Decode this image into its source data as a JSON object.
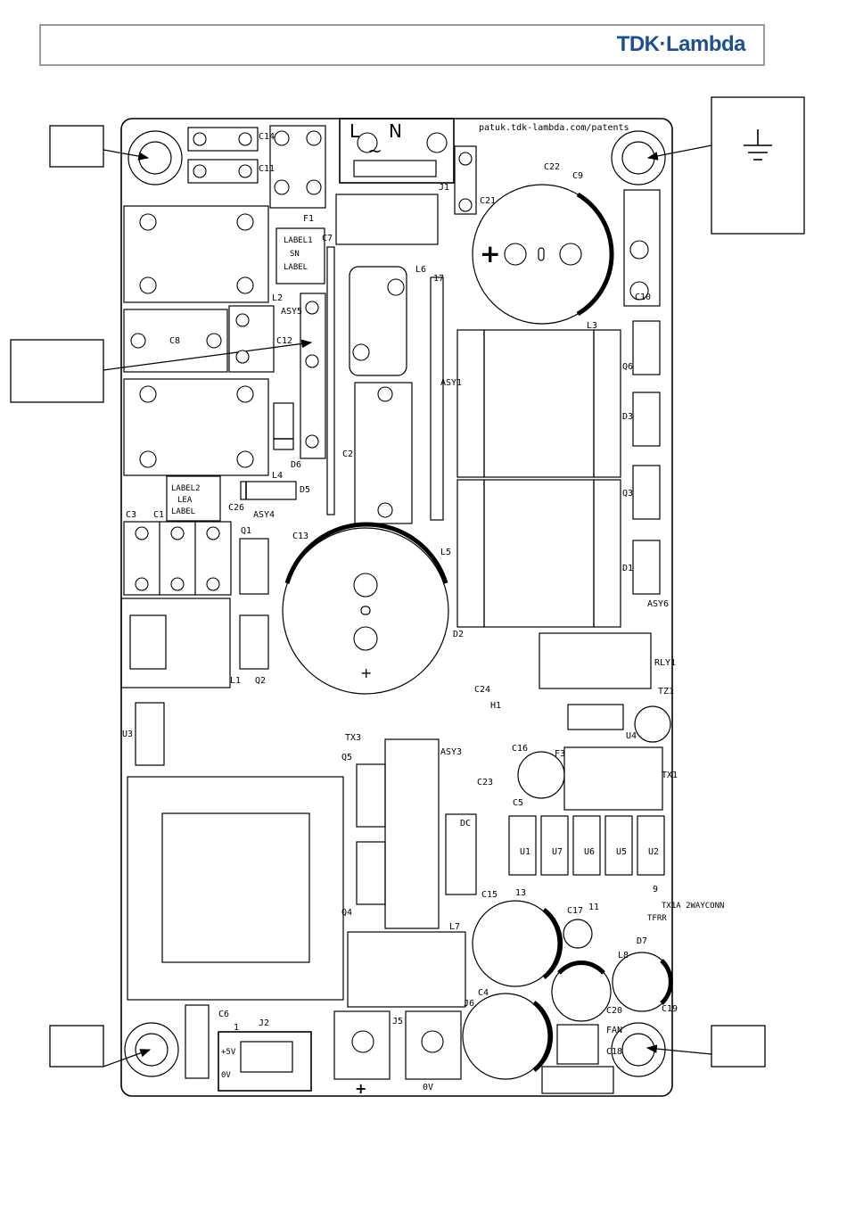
{
  "header": {
    "brand": "TDK·Lambda"
  },
  "board": {
    "patent_note": "patuk.tdk-lambda.com/patents",
    "terminal_labels": {
      "live": "L",
      "neutral": "N",
      "tilde": "~"
    },
    "connector_labels": {
      "j2_pin": "1",
      "j2_v1": "+5V",
      "j2_v2": "0V",
      "plus": "+",
      "zero_v": "0V"
    },
    "labels_block": {
      "l1": "LABEL1",
      "l2": "SN",
      "l3": "LABEL"
    },
    "labels_block2": {
      "l1": "LABEL2",
      "l2": "LEA",
      "l3": "LABEL"
    },
    "fan_label": "FAN",
    "tx1a_label": "TX1A 2WAYCONN",
    "tfrr_label": "TFRR",
    "component_labels": {
      "C14": "C14",
      "C11": "C11",
      "F1": "F1",
      "J1": "J1",
      "C21": "C21",
      "C22": "C22",
      "C9": "C9",
      "C7": "C7",
      "L6": "L6",
      "L2": "L2",
      "ASY5": "ASY5",
      "C12": "C12",
      "C8": "C8",
      "C10": "C10",
      "L3": "L3",
      "Q6": "Q6",
      "ASY1": "ASY1",
      "D3": "D3",
      "D6": "D6",
      "C2": "C2",
      "D5": "D5",
      "L4": "L4",
      "C26": "C26",
      "C3": "C3",
      "C1": "C1",
      "ASY4": "ASY4",
      "Q1": "Q1",
      "C13": "C13",
      "L5": "L5",
      "Q3": "Q3",
      "D1": "D1",
      "ASY6": "ASY6",
      "L1": "L1",
      "Q2": "Q2",
      "D2": "D2",
      "RLY1": "RLY1",
      "TZ1": "TZ1",
      "C24": "C24",
      "H1": "H1",
      "U3": "U3",
      "TX3": "TX3",
      "Q5": "Q5",
      "ASY3": "ASY3",
      "C16": "C16",
      "U4": "U4",
      "F3": "F3",
      "C5": "C5",
      "TX1": "TX1",
      "C23": "C23",
      "DC": "DC",
      "U1": "U1",
      "U7": "U7",
      "U6": "U6",
      "U5": "U5",
      "U2": "U2",
      "C15": "C15",
      "Q4": "Q4",
      "C17": "C17",
      "L7": "L7",
      "L8": "L8",
      "D7": "D7",
      "C4": "C4",
      "C20": "C20",
      "C19": "C19",
      "C6": "C6",
      "J2": "J2",
      "J5": "J5",
      "J6": "J6",
      "C18": "C18",
      "n13": "13",
      "n11": "11",
      "n9": "9",
      "n17": "17"
    }
  },
  "callouts": [
    {
      "id": "top-left-mounting-hole",
      "text": ""
    },
    {
      "id": "earth-ground",
      "text": ""
    },
    {
      "id": "left-middle",
      "text": ""
    },
    {
      "id": "bottom-left-mounting-hole",
      "text": ""
    },
    {
      "id": "bottom-right-mounting-hole",
      "text": ""
    }
  ]
}
